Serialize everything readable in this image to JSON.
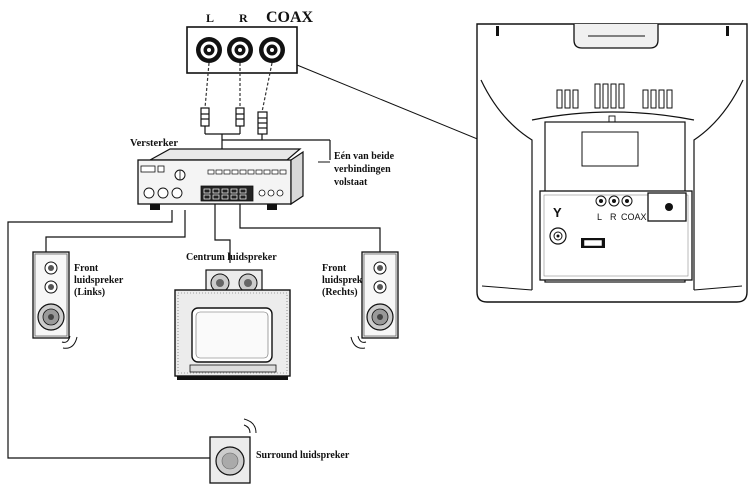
{
  "panel": {
    "left_label": "L",
    "right_label": "R",
    "coax_label": "COAX"
  },
  "amplifier": {
    "label": "Versterker",
    "note_line1": "Eén van beide",
    "note_line2": "verbindingen",
    "note_line3": "volstaat"
  },
  "speakers": {
    "front_left_line1": "Front",
    "front_left_line2": "luidspreker",
    "front_left_line3": "(Links)",
    "center": "Centrum luidspreker",
    "front_right_line1": "Front",
    "front_right_line2": "luidspreker",
    "front_right_line3": "(Rechts)",
    "surround": "Surround luidspreker"
  },
  "tv_back": {
    "jack_l": "L",
    "jack_r": "R",
    "jack_coax": "COAX",
    "antenna_symbol": "Y"
  }
}
